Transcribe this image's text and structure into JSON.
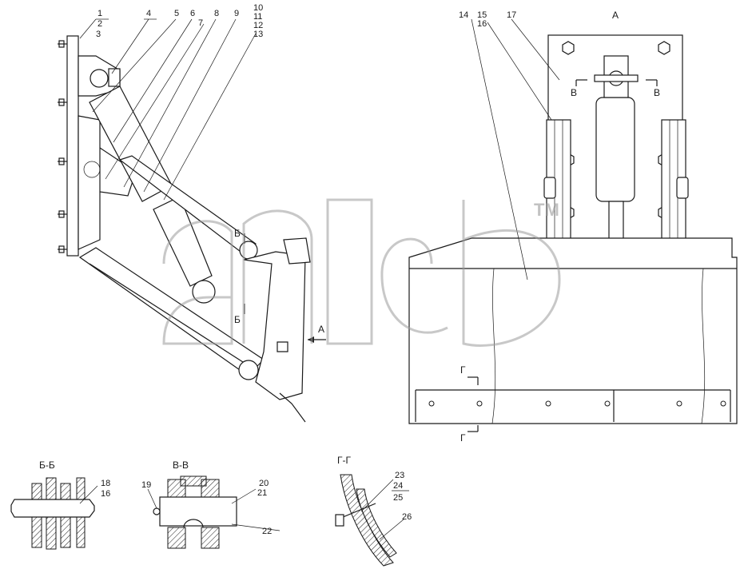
{
  "callouts": {
    "c1": "1",
    "c2": "2",
    "c3": "3",
    "c4": "4",
    "c5": "5",
    "c6": "6",
    "c7": "7",
    "c8": "8",
    "c9": "9",
    "c10": "10",
    "c11": "11",
    "c12": "12",
    "c13": "13",
    "c14": "14",
    "c15": "15",
    "c16": "16",
    "c17": "17",
    "c18": "18",
    "c16b": "16",
    "c19": "19",
    "c20": "20",
    "c21": "21",
    "c22": "22",
    "c23": "23",
    "c24": "24",
    "c25": "25",
    "c26": "26"
  },
  "views": {
    "view_a": "A",
    "arrow_a": "A",
    "cut_b_top": "Б",
    "cut_b_bottom": "Б",
    "cut_v_left": "В",
    "cut_v_right": "В",
    "cut_g_top": "Г",
    "cut_g_bottom": "Г"
  },
  "sections": {
    "bb": "Б-Б",
    "vv": "В-В",
    "gg": "Г-Г"
  },
  "watermark": {
    "tm": "TM"
  }
}
